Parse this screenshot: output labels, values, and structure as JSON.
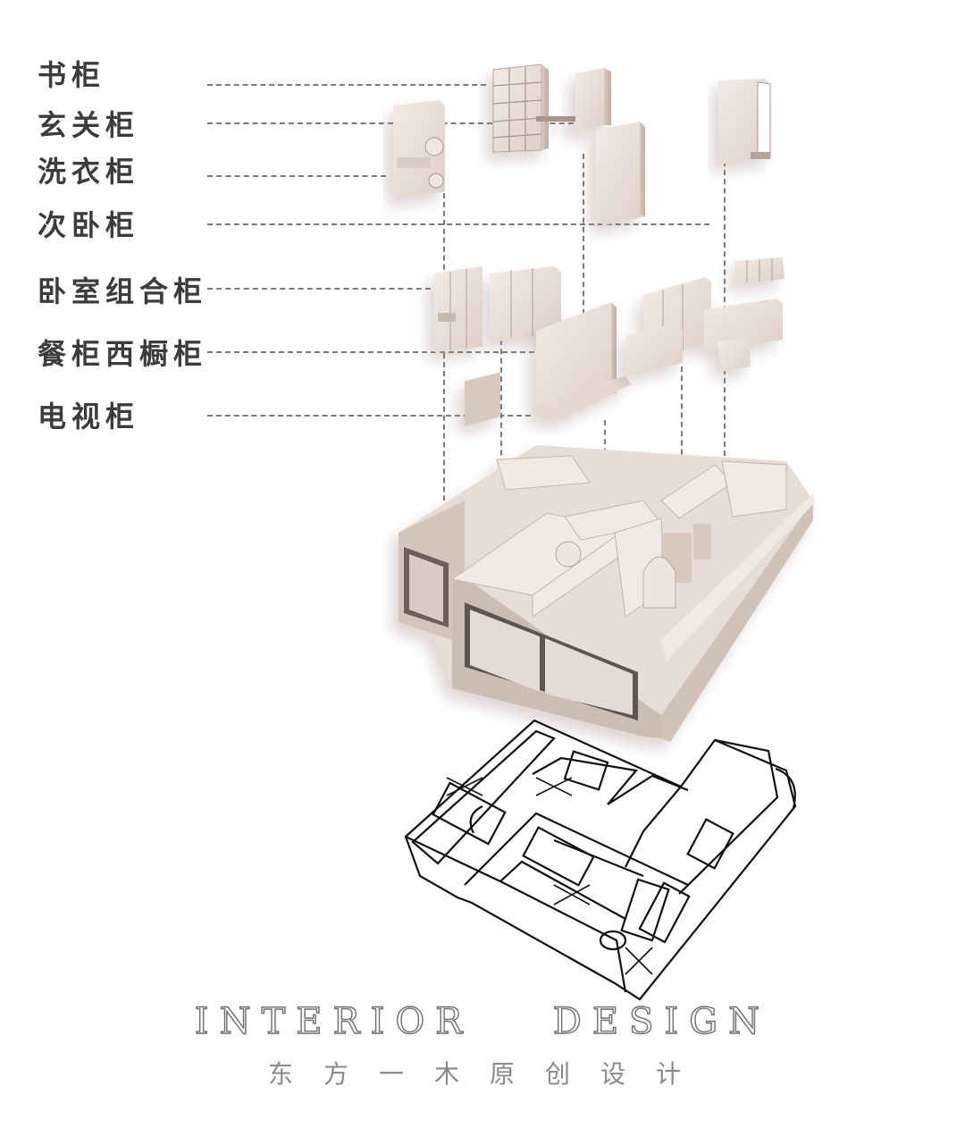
{
  "labels": [
    "书柜",
    "玄关柜",
    "洗衣柜",
    "次卧柜",
    "卧室组合柜",
    "餐柜西橱柜",
    "电视柜"
  ],
  "brand": {
    "english_left": "INTERIOR",
    "english_right": "DESIGN",
    "chinese": "东方一木原创设计"
  },
  "colors": {
    "cabinet": "#e9ddd6",
    "cabinet_shadow": "#c9b9b1",
    "wall": "#efe5df",
    "wall_dark": "#cbb8ae",
    "line": "#111111",
    "label": "#3c3c3c"
  }
}
